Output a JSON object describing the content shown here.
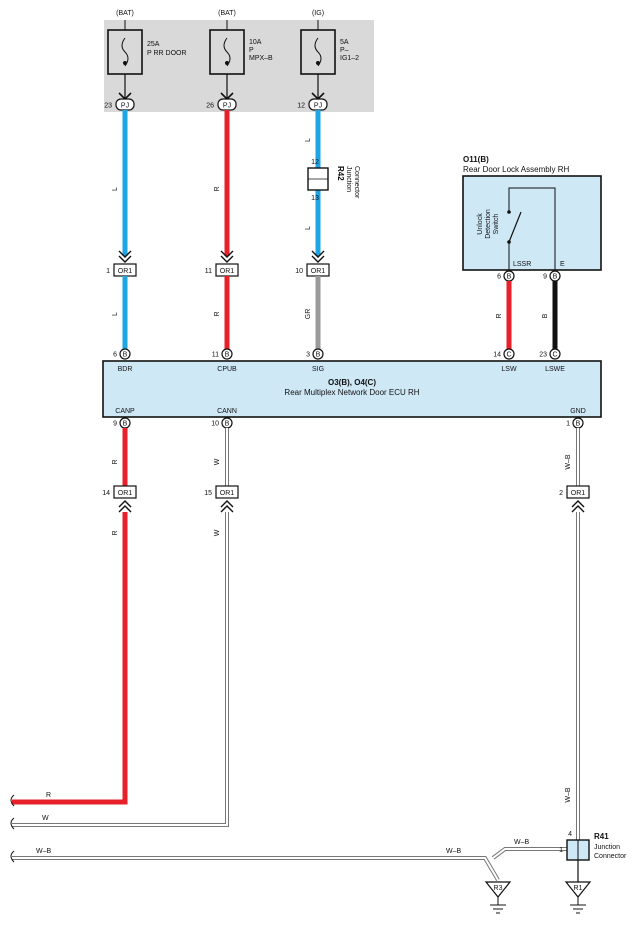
{
  "fuses": [
    {
      "source": "(BAT)",
      "rating": "25A",
      "name": "P RR DOOR",
      "pin": "23",
      "conn": "PJ"
    },
    {
      "source": "(BAT)",
      "rating": "10A",
      "name": "P",
      "name2": "MPX–B",
      "pin": "26",
      "conn": "PJ"
    },
    {
      "source": "(IG)",
      "rating": "5A",
      "name": "P–",
      "name2": "IG1–2",
      "pin": "12",
      "conn": "PJ"
    }
  ],
  "wires": {
    "L": "L",
    "R": "R",
    "GR": "GR",
    "B": "B",
    "W": "W",
    "WB": "W–B"
  },
  "r42": {
    "id": "R42",
    "name": "Junction",
    "name2": "Connector",
    "pin_top": "12",
    "pin_bot": "13"
  },
  "or1_top": [
    {
      "pin": "1",
      "conn": "OR1"
    },
    {
      "pin": "11",
      "conn": "OR1"
    },
    {
      "pin": "10",
      "conn": "OR1"
    }
  ],
  "or1_bottom": [
    {
      "pin": "14",
      "conn": "OR1"
    },
    {
      "pin": "15",
      "conn": "OR1"
    },
    {
      "pin": "2",
      "conn": "OR1"
    }
  ],
  "lock": {
    "id": "O11(B)",
    "name": "Rear Door Lock Assembly RH",
    "switch": [
      "Unlock",
      "Detection",
      "Switch"
    ],
    "lssr": "LSSR",
    "e": "E",
    "pin_lssr": "6",
    "pin_e": "9",
    "circle": "B"
  },
  "ecu": {
    "id": "O3(B), O4(C)",
    "name": "Rear Multiplex Network Door ECU RH",
    "top_pins": [
      {
        "pin": "6",
        "c": "B",
        "label": "BDR"
      },
      {
        "pin": "11",
        "c": "B",
        "label": "CPUB"
      },
      {
        "pin": "3",
        "c": "B",
        "label": "SIG"
      },
      {
        "pin": "14",
        "c": "C",
        "label": "LSW"
      },
      {
        "pin": "23",
        "c": "C",
        "label": "LSWE"
      }
    ],
    "bottom_pins": [
      {
        "pin": "9",
        "c": "B",
        "label": "CANP"
      },
      {
        "pin": "10",
        "c": "B",
        "label": "CANN"
      },
      {
        "pin": "1",
        "c": "B",
        "label": "GND"
      }
    ]
  },
  "r41": {
    "id": "R41",
    "name": "Junction",
    "name2": "Connector",
    "pin1": "1",
    "pin4": "4"
  },
  "grounds": [
    {
      "label": "R3"
    },
    {
      "label": "R1"
    }
  ]
}
